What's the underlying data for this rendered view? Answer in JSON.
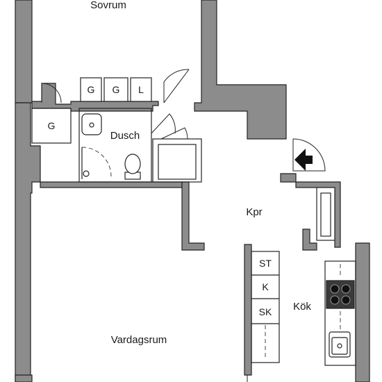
{
  "rooms": {
    "sovrum": "Sovrum",
    "dusch": "Dusch",
    "kpr": "Kpr",
    "kok": "Kök",
    "vardagsrum": "Vardagsrum"
  },
  "storage": {
    "closet_1": "G",
    "closet_2": "G",
    "closet_3": "L",
    "closet_hall": "G"
  },
  "kitchen_units": {
    "unit_1": "ST",
    "unit_2": "K",
    "unit_3": "SK"
  },
  "colors": {
    "wall_fill": "#8c8c8c",
    "line": "#222222",
    "background": "#ffffff"
  },
  "icons": {
    "entrance": "entrance-arrow-icon"
  }
}
